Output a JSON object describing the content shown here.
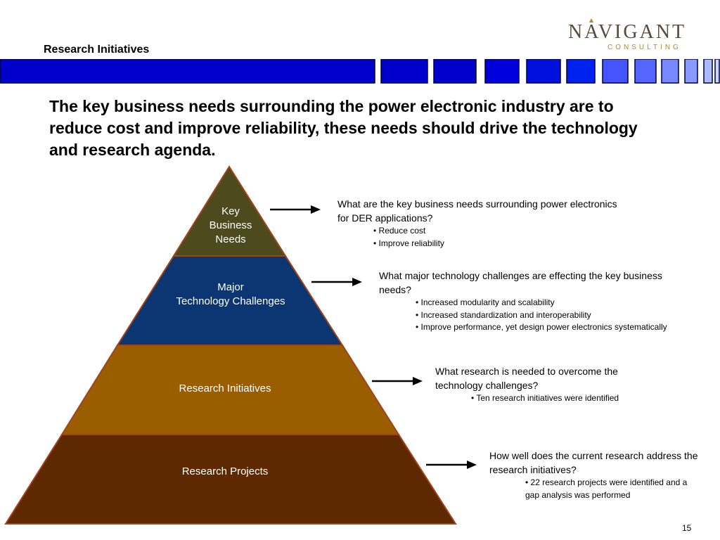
{
  "slide": {
    "title": "Research Initiatives",
    "page_number": "15"
  },
  "logo": {
    "wordmark": "NAVIGANT",
    "subtitle": "CONSULTING"
  },
  "headline": "The key business needs surrounding the power electronic industry are to reduce cost and improve reliability, these needs should drive the technology and research agenda.",
  "pyramid": {
    "tiers": [
      {
        "label": "Key\nBusiness\nNeeds",
        "color": "#4d4a1d"
      },
      {
        "label": "Major\nTechnology Challenges",
        "color": "#0c3672"
      },
      {
        "label": "Research Initiatives",
        "color": "#9a5d00"
      },
      {
        "label": "Research Projects",
        "color": "#5e2900"
      }
    ],
    "border_color": "#a0441a"
  },
  "callouts": [
    {
      "question": "What are the key business needs surrounding power electronics for DER applications?",
      "bullets": [
        "• Reduce cost",
        "• Improve reliability"
      ]
    },
    {
      "question": "What major technology challenges are effecting the key business needs?",
      "bullets": [
        "•    Increased modularity and scalability",
        "•    Increased standardization and interoperability",
        "•    Improve performance, yet design power electronics systematically"
      ]
    },
    {
      "question": "What research is needed to overcome the technology challenges?",
      "bullets": [
        "• Ten research initiatives were identified"
      ]
    },
    {
      "question": "How well does the current research address the research initiatives?",
      "bullets": [
        "• 22 research projects were identified and a gap analysis was performed"
      ]
    }
  ],
  "colors": {
    "bar_dark": "#0000cc",
    "bar_light": "#9999ff",
    "bar_border": "#000033"
  }
}
